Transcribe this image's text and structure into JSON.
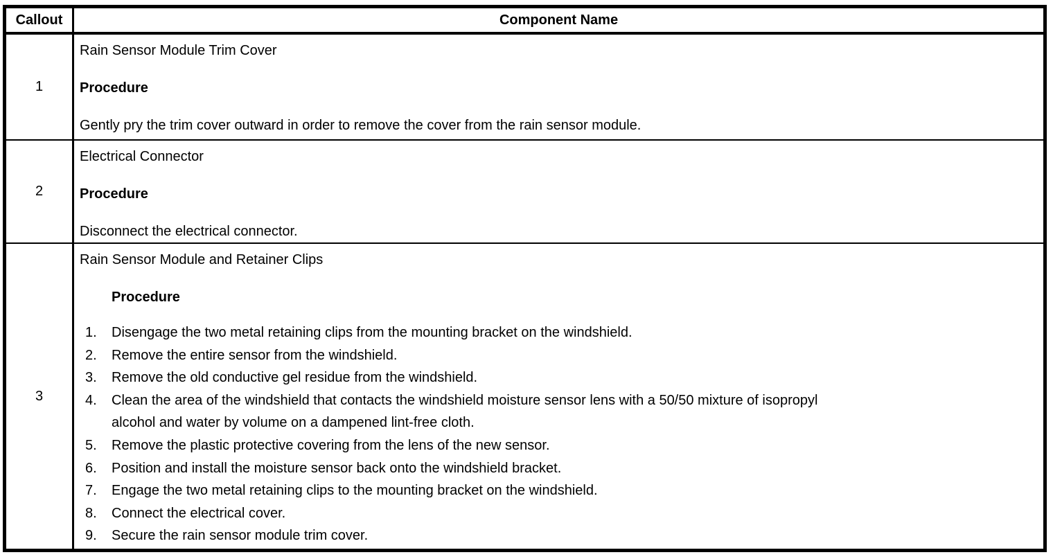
{
  "colors": {
    "background": "#ffffff",
    "text": "#000000",
    "border": "#000000"
  },
  "table": {
    "headers": {
      "callout": "Callout",
      "component": "Component Name"
    },
    "rows": [
      {
        "callout": "1",
        "title": "Rain Sensor Module Trim Cover",
        "procedure_label": "Procedure",
        "body": "Gently pry the trim cover outward in order to remove the cover from the rain sensor module."
      },
      {
        "callout": "2",
        "title": "Electrical Connector",
        "procedure_label": "Procedure",
        "body": "Disconnect the electrical connector."
      },
      {
        "callout": "3",
        "title": "Rain Sensor Module and Retainer Clips",
        "procedure_label": "Procedure",
        "steps": [
          "Disengage the two metal retaining clips from the mounting bracket on the windshield.",
          "Remove the entire sensor from the windshield.",
          "Remove the old conductive gel residue from the windshield.",
          "Clean the area of the windshield that contacts the windshield moisture sensor lens with a 50/50 mixture of isopropyl\nalcohol and water by volume on a dampened lint-free cloth.",
          "Remove the plastic protective covering from the lens of the new sensor.",
          "Position and install the moisture sensor back onto the windshield bracket.",
          "Engage the two metal retaining clips to the mounting bracket on the windshield.",
          "Connect the electrical cover.",
          "Secure the rain sensor module trim cover."
        ]
      }
    ]
  }
}
